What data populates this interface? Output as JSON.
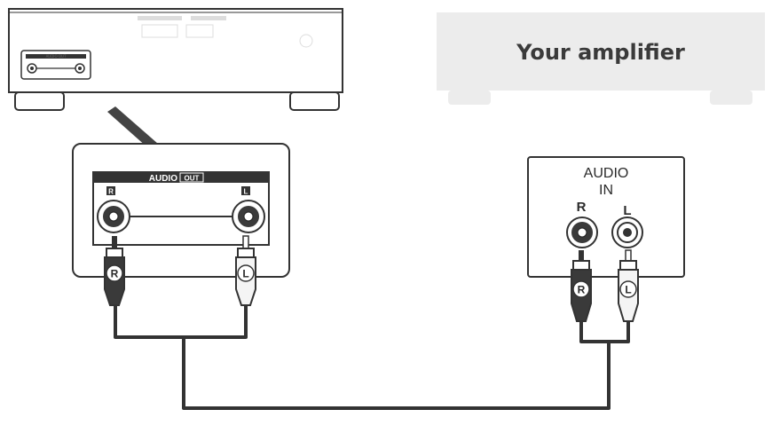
{
  "source_panel": {
    "header_label": "AUDIO",
    "header_tag": "OUT",
    "left_jack_letter": "R",
    "right_jack_letter": "L",
    "mini_header_label": "AUDIO OUT"
  },
  "amplifier": {
    "title": "Your amplifier",
    "panel_label_line1": "AUDIO",
    "panel_label_line2": "IN",
    "left_jack_letter": "R",
    "right_jack_letter": "L"
  },
  "plugs": {
    "source_left_letter": "R",
    "source_right_letter": "L",
    "amp_left_letter": "R",
    "amp_right_letter": "L"
  },
  "colors": {
    "outline": "#333333",
    "plug_dark": "#3a3a3a",
    "plug_light": "#f4f4f4",
    "amp_box": "#ececec"
  }
}
